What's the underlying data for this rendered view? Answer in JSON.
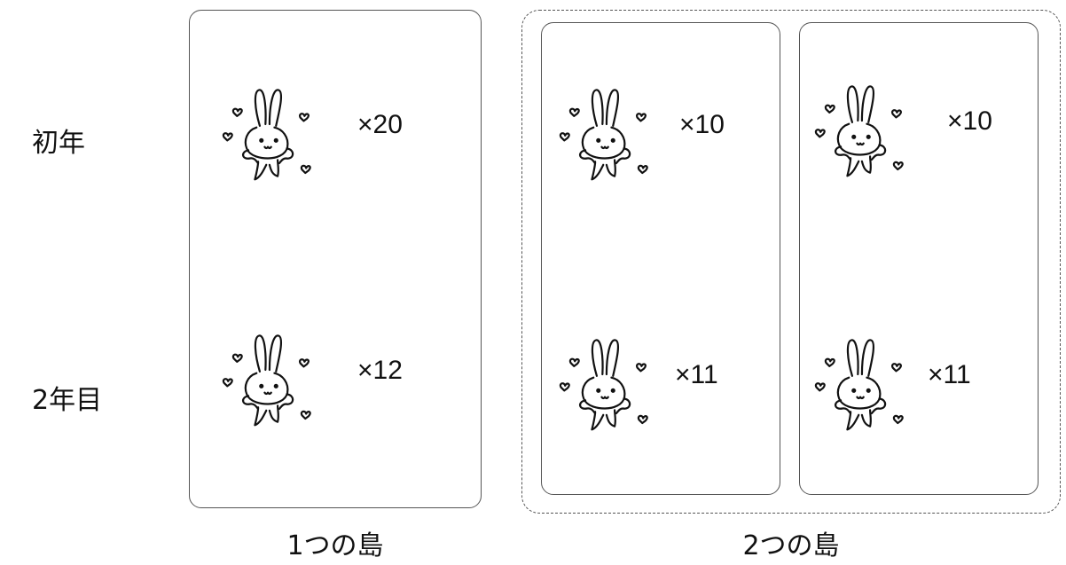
{
  "rows": {
    "first": "初年",
    "second": "2年目"
  },
  "islands": {
    "single": {
      "caption": "1つの島",
      "first_count": "×20",
      "second_count": "×12"
    },
    "double": {
      "caption": "2つの島",
      "left": {
        "first_count": "×10",
        "second_count": "×11"
      },
      "right": {
        "first_count": "×10",
        "second_count": "×11"
      }
    }
  },
  "icons": {
    "rabbit": "rabbit-icon"
  }
}
